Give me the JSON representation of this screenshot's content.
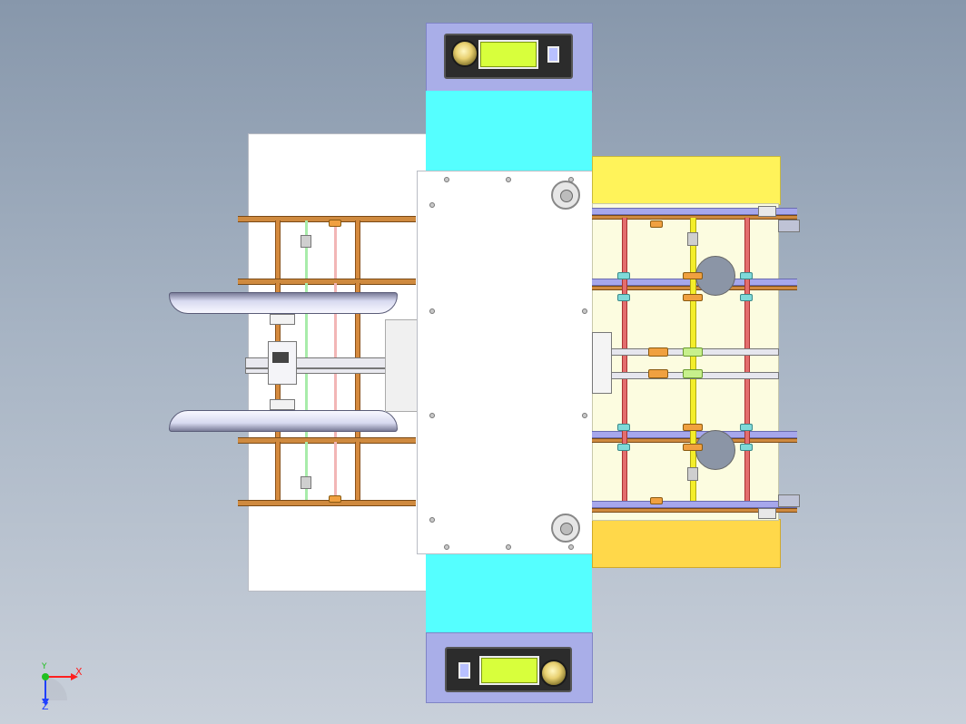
{
  "viewport": {
    "background_top": "#8797ab",
    "background_bottom": "#c9d0da"
  },
  "assembly": {
    "panel_color": "#ffffff",
    "column_color": "#55ffff",
    "housing_color": "#a9aee8",
    "lcd_color": "#d8ff3c",
    "frame_color_top": "#fff35a",
    "frame_color_bottom": "#ffd84a",
    "rail_color_orange": "#cf8a3f",
    "rail_color_purple": "#a6a7ec",
    "rod_colors": [
      "#d58a3e",
      "#e36d6d",
      "#f4ee2a",
      "#a8ecaa",
      "#f2b6b6"
    ]
  },
  "triad": {
    "x_label": "X",
    "y_label": "Y",
    "z_label": "Z",
    "x_color": "#ff2020",
    "y_color": "#20c020",
    "z_color": "#2040ff"
  }
}
